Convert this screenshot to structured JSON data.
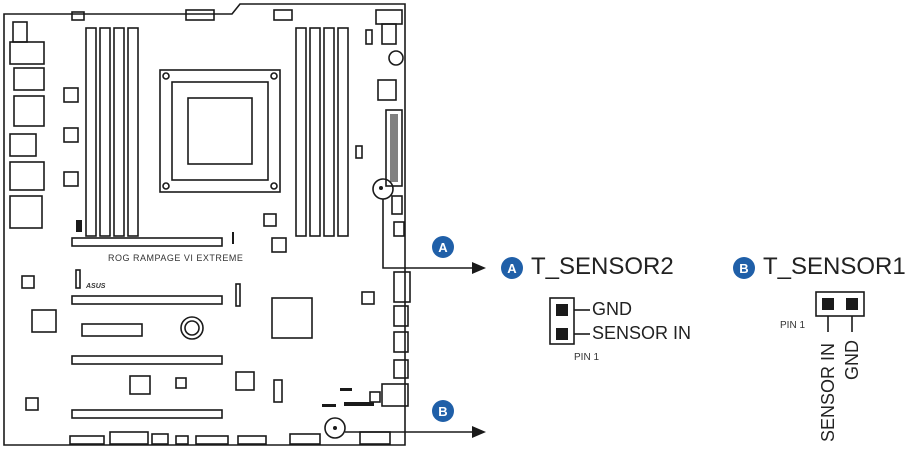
{
  "diagram": {
    "board_silkscreen": "ROG RAMPAGE VI EXTREME",
    "board_logo": "ASUS",
    "callout_a_letter": "A",
    "callout_b_letter": "B",
    "sensor2": {
      "badge": "A",
      "title": "T_SENSOR2",
      "pin_gnd": "GND",
      "pin_sensor": "SENSOR IN",
      "pin1_label": "PIN 1"
    },
    "sensor1": {
      "badge": "B",
      "title": "T_SENSOR1",
      "pin1_label": "PIN 1",
      "pin_sensor": "SENSOR IN",
      "pin_gnd": "GND"
    },
    "colors": {
      "accent_badge": "#1f5fa8",
      "line": "#1a1a1a",
      "background": "#ffffff"
    }
  }
}
